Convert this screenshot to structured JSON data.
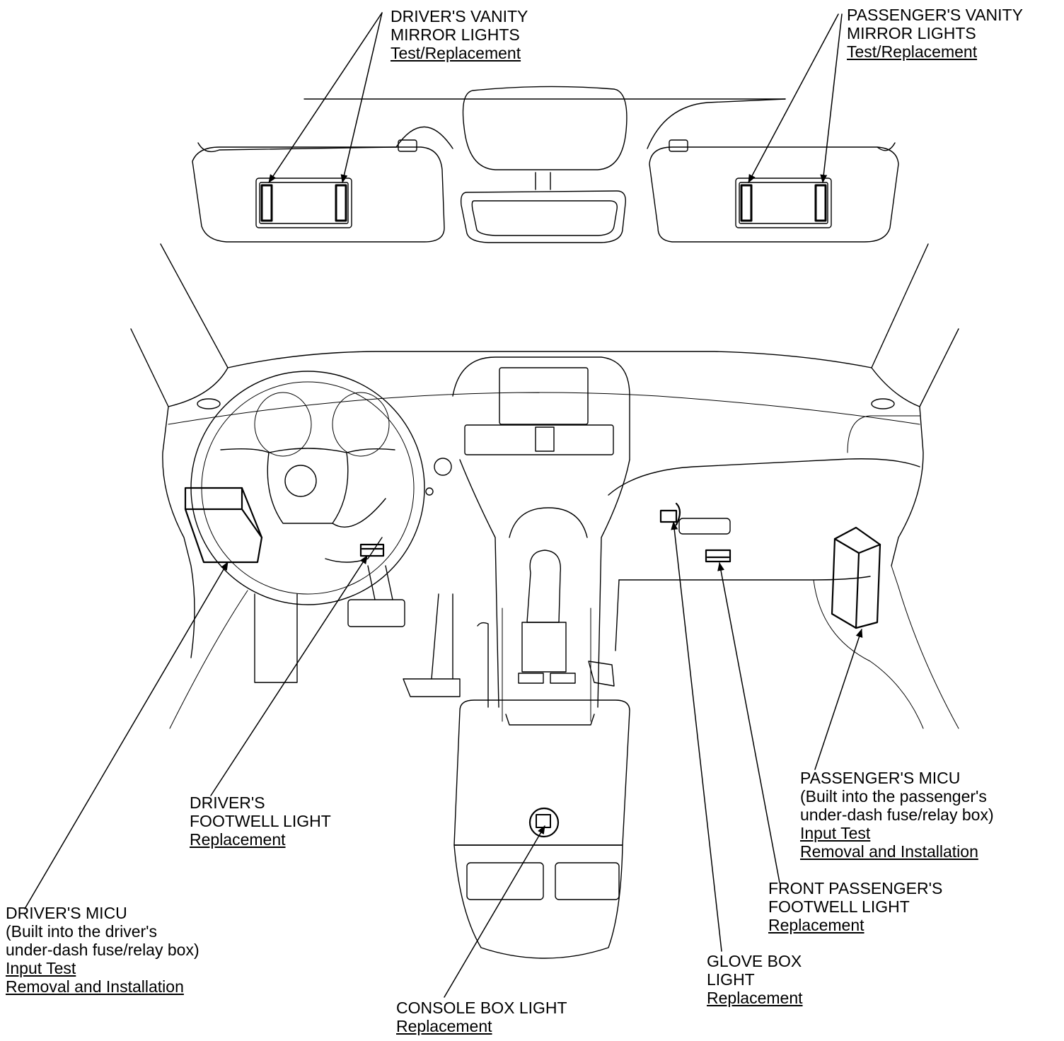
{
  "callouts": {
    "driver_vanity": {
      "lines": [
        "DRIVER'S VANITY",
        "MIRROR LIGHTS"
      ],
      "links": [
        "Test/Replacement"
      ]
    },
    "passenger_vanity": {
      "lines": [
        "PASSENGER'S VANITY",
        "MIRROR LIGHTS"
      ],
      "links": [
        "Test/Replacement"
      ]
    },
    "driver_footwell": {
      "lines": [
        "DRIVER'S",
        "FOOTWELL LIGHT"
      ],
      "links": [
        "Replacement"
      ]
    },
    "driver_micu": {
      "lines": [
        "DRIVER'S MICU",
        "(Built into the driver's",
        "under-dash fuse/relay box)"
      ],
      "links": [
        "Input Test",
        "Removal and Installation"
      ]
    },
    "console_box": {
      "lines": [
        "CONSOLE BOX LIGHT"
      ],
      "links": [
        "Replacement"
      ]
    },
    "glove_box": {
      "lines": [
        "GLOVE BOX",
        "LIGHT"
      ],
      "links": [
        "Replacement"
      ]
    },
    "front_passenger_footwell": {
      "lines": [
        "FRONT PASSENGER'S",
        "FOOTWELL LIGHT"
      ],
      "links": [
        "Replacement"
      ]
    },
    "passenger_micu": {
      "lines": [
        "PASSENGER'S MICU",
        "(Built into the passenger's",
        "under-dash fuse/relay box)"
      ],
      "links": [
        "Input Test",
        "Removal and Installation"
      ]
    }
  }
}
